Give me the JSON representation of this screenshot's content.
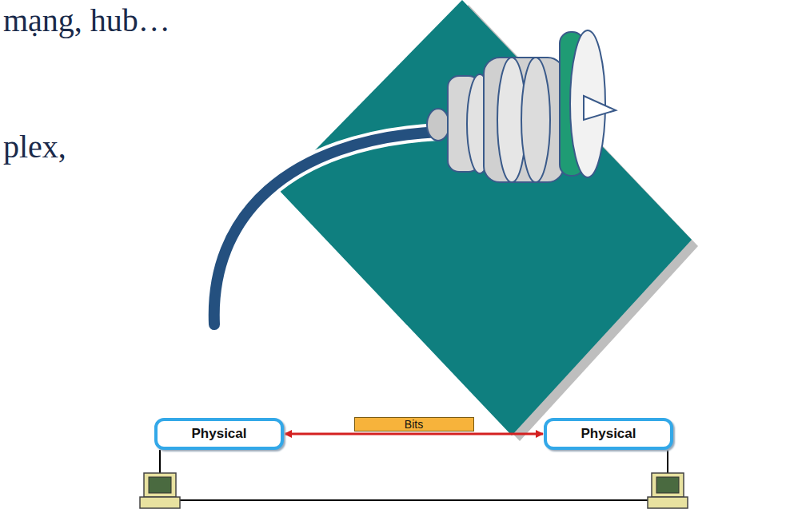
{
  "diagram": {
    "nodes": [
      {
        "text": [
          "Physical"
        ]
      },
      {
        "text": [
          "Physical"
        ]
      }
    ],
    "edges": [
      {
        "from": 0,
        "to": 1,
        "arrow": "both",
        "label": "Bits"
      }
    ],
    "labels": [
      "mạng, hub…",
      "plex,"
    ]
  }
}
